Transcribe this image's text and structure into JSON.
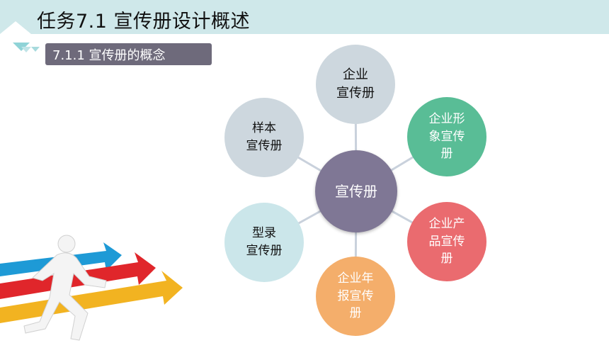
{
  "header": {
    "title": "任务7.1  宣传册设计概述",
    "subtitle": "7.1.1  宣传册的概念",
    "band_color": "#cfe8ea",
    "subtitle_bg": "#6e6a7b"
  },
  "diagram": {
    "center": {
      "label": "宣传册",
      "color": "#7f7795"
    },
    "nodes": [
      {
        "id": "top",
        "lines": [
          "企业",
          "宣传册"
        ],
        "color": "#cdd7de"
      },
      {
        "id": "top-right",
        "lines": [
          "企业形",
          "象宣传",
          "册"
        ],
        "color": "#59bd96"
      },
      {
        "id": "bottom-right",
        "lines": [
          "企业产",
          "品宣传",
          "册"
        ],
        "color": "#ea6b6f"
      },
      {
        "id": "bottom",
        "lines": [
          "企业年",
          "报宣传",
          "册"
        ],
        "color": "#f4ae6b"
      },
      {
        "id": "bottom-left",
        "lines": [
          "型录",
          "宣传册"
        ],
        "color": "#cbe6ea"
      },
      {
        "id": "top-left",
        "lines": [
          "样本",
          "宣传册"
        ],
        "color": "#cdd7de"
      }
    ]
  },
  "decoration": {
    "arrow_colors": [
      "#1e9ad6",
      "#e0262b",
      "#f2b321"
    ],
    "figure_icon": "running-man-icon"
  }
}
